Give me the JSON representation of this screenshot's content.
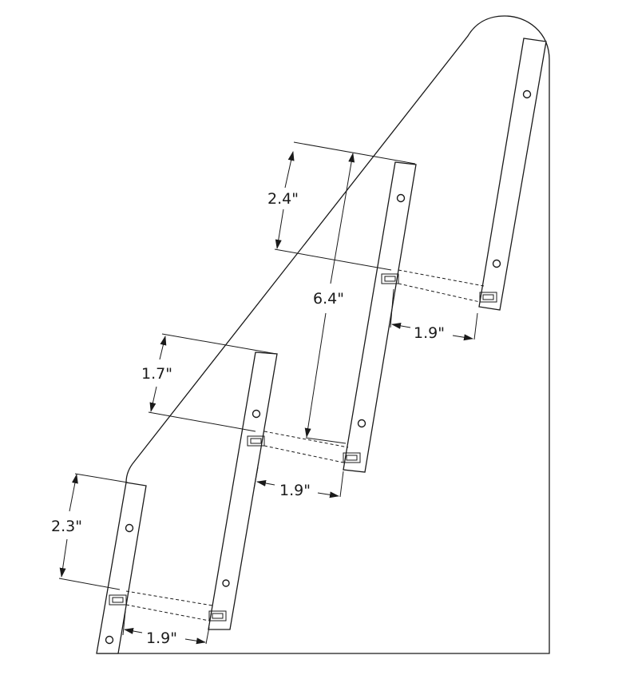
{
  "dimensions": {
    "top_rise": "2.4\"",
    "total_rise": "6.4\"",
    "middle_rise": "1.7\"",
    "bottom_rise": "2.3\"",
    "top_step_depth": "1.9\"",
    "middle_step_depth": "1.9\"",
    "bottom_step_depth": "1.9\""
  }
}
